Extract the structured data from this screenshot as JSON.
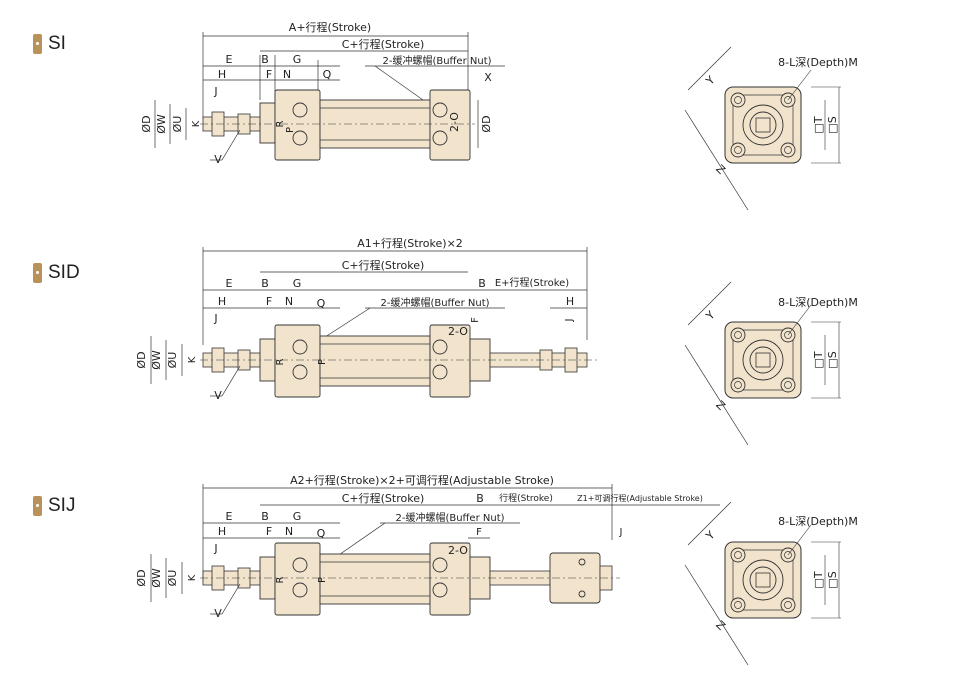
{
  "sections": [
    {
      "id": "si",
      "label": "SI"
    },
    {
      "id": "sid",
      "label": "SID"
    },
    {
      "id": "sij",
      "label": "SIJ"
    }
  ],
  "si": {
    "top_dim": "A+行程(Stroke)",
    "c_dim": "C+行程(Stroke)",
    "buffer": "2-缓冲螺帽(Buffer Nut)",
    "letters": {
      "E": "E",
      "B": "B",
      "G": "G",
      "H": "H",
      "F": "F",
      "N": "N",
      "Q": "Q",
      "X": "X",
      "J": "J",
      "K": "K",
      "V": "V",
      "D": "ØD",
      "W": "ØW",
      "U": "ØU",
      "D2": "ØD",
      "P": "P",
      "R": "R",
      "O2": "2-O"
    }
  },
  "sid": {
    "top_dim": "A1+行程(Stroke)×2",
    "c_dim": "C+行程(Stroke)",
    "e_dim": "E+行程(Stroke)",
    "buffer": "2-缓冲螺帽(Buffer Nut)",
    "letters": {
      "E": "E",
      "B": "B",
      "G": "G",
      "B2": "B",
      "H": "H",
      "F": "F",
      "N": "N",
      "Q": "Q",
      "F2": "F",
      "H2": "H",
      "J": "J",
      "J2": "J",
      "K": "K",
      "V": "V",
      "D": "ØD",
      "W": "ØW",
      "U": "ØU",
      "P": "P",
      "R": "R",
      "O2": "2-O"
    }
  },
  "sij": {
    "top_dim": "A2+行程(Stroke)×2+可调行程(Adjustable Stroke)",
    "c_dim": "C+行程(Stroke)",
    "b_dim": "B",
    "b_stroke": "行程(Stroke)",
    "z1_dim": "Z1+可调行程(Adjustable Stroke)",
    "buffer": "2-缓冲螺帽(Buffer Nut)",
    "letters": {
      "E": "E",
      "B": "B",
      "G": "G",
      "H": "H",
      "F": "F",
      "N": "N",
      "Q": "Q",
      "F2": "F",
      "J": "J",
      "J2": "J",
      "K": "K",
      "V": "V",
      "D": "ØD",
      "W": "ØW",
      "U": "ØU",
      "P": "P",
      "R": "R",
      "O2": "2-O"
    }
  },
  "end_view": {
    "hole_label": "8-L深(Depth)M",
    "y": "Y",
    "z": "Z",
    "t": "□T",
    "s": "□S"
  }
}
